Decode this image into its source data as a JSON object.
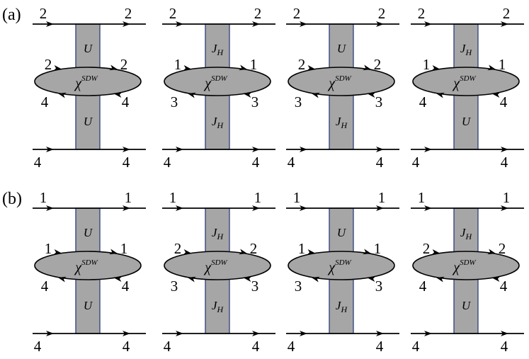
{
  "panels": [
    {
      "label": "(a)",
      "diagrams": [
        {
          "top": "2",
          "mid_top": "2",
          "mid_bot": "4",
          "bottom": "4",
          "upper_box": "U",
          "lower_box": "U"
        },
        {
          "top": "2",
          "mid_top": "1",
          "mid_bot": "3",
          "bottom": "4",
          "upper_box": "J_H",
          "lower_box": "J_H"
        },
        {
          "top": "2",
          "mid_top": "2",
          "mid_bot": "3",
          "bottom": "4",
          "upper_box": "U",
          "lower_box": "J_H"
        },
        {
          "top": "2",
          "mid_top": "1",
          "mid_bot": "4",
          "bottom": "4",
          "upper_box": "J_H",
          "lower_box": "U"
        }
      ]
    },
    {
      "label": "(b)",
      "diagrams": [
        {
          "top": "1",
          "mid_top": "1",
          "mid_bot": "4",
          "bottom": "4",
          "upper_box": "U",
          "lower_box": "U"
        },
        {
          "top": "1",
          "mid_top": "2",
          "mid_bot": "3",
          "bottom": "4",
          "upper_box": "J_H",
          "lower_box": "J_H"
        },
        {
          "top": "1",
          "mid_top": "1",
          "mid_bot": "3",
          "bottom": "4",
          "upper_box": "U",
          "lower_box": "J_H"
        },
        {
          "top": "1",
          "mid_top": "2",
          "mid_bot": "4",
          "bottom": "4",
          "upper_box": "J_H",
          "lower_box": "U"
        }
      ]
    }
  ],
  "bubble": {
    "symbol": "χ",
    "superscript": "SDW"
  },
  "labels": {
    "U": "U",
    "J": "J",
    "H": "H"
  },
  "colors": {
    "box_fill": "#a6a6a6",
    "box_stroke": "#2c3e7a",
    "bubble_fill": "#a6a6a6",
    "line": "#000000"
  }
}
